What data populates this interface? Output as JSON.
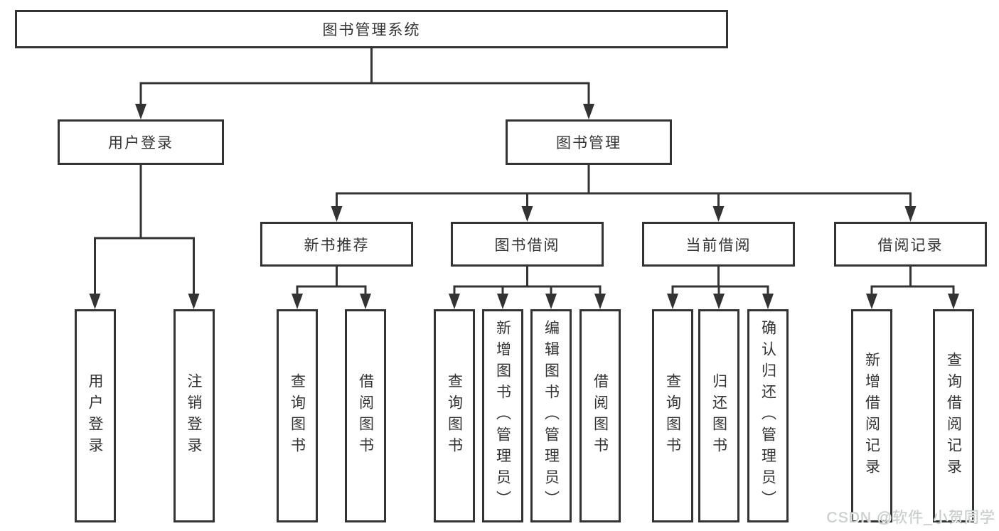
{
  "tree": {
    "label": "图书管理系统",
    "children": [
      {
        "label": "用户登录",
        "children": [
          {
            "label": "用户登录"
          },
          {
            "label": "注销登录"
          }
        ]
      },
      {
        "label": "图书管理",
        "children": [
          {
            "label": "新书推荐",
            "children": [
              {
                "label": "查询图书"
              },
              {
                "label": "借阅图书"
              }
            ]
          },
          {
            "label": "图书借阅",
            "children": [
              {
                "label": "查询图书"
              },
              {
                "label": "新增图书（管理员）"
              },
              {
                "label": "编辑图书（管理员）"
              },
              {
                "label": "借阅图书"
              }
            ]
          },
          {
            "label": "当前借阅",
            "children": [
              {
                "label": "查询图书"
              },
              {
                "label": "归还图书"
              },
              {
                "label": "确认归还（管理员）"
              }
            ]
          },
          {
            "label": "借阅记录",
            "children": [
              {
                "label": "新增借阅记录"
              },
              {
                "label": "查询借阅记录"
              }
            ]
          }
        ]
      }
    ]
  },
  "watermark": {
    "text": "CSDN @软件_小贺同学"
  },
  "colors": {
    "line": "#333333",
    "text": "#333333",
    "background": "#ffffff",
    "watermark": "#c9cdcd"
  }
}
